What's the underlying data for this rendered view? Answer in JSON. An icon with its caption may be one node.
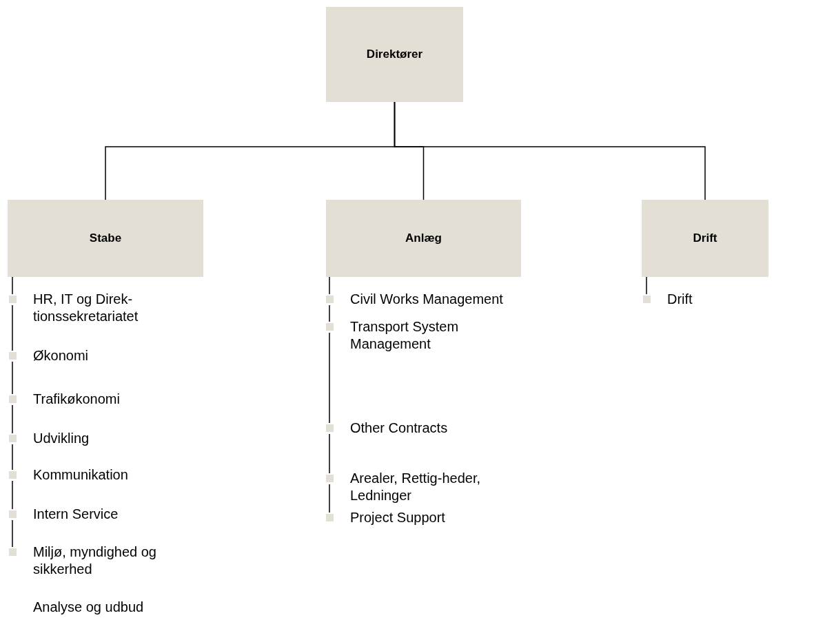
{
  "diagram": {
    "nodes": [
      {
        "text": [
          "Direktører"
        ]
      },
      {
        "text": [
          "Stabe"
        ]
      },
      {
        "text": [
          "Anlæg"
        ]
      },
      {
        "text": [
          "Drift"
        ]
      },
      {
        "text": [
          "HR, IT og Direk-tionssekretariatet"
        ]
      },
      {
        "text": [
          "Økonomi"
        ]
      },
      {
        "text": [
          "Trafikøkonomi"
        ]
      },
      {
        "text": [
          "Udvikling"
        ]
      },
      {
        "text": [
          "Kommunikation"
        ]
      },
      {
        "text": [
          "Intern Service"
        ]
      },
      {
        "text": [
          "Miljø, myndighed og sikkerhed"
        ]
      },
      {
        "text": [
          "Civil Works Management"
        ]
      },
      {
        "text": [
          "Transport System Management"
        ]
      },
      {
        "text": [
          "Other Contracts"
        ]
      },
      {
        "text": [
          "Arealer, Rettig-heder, Ledninger"
        ]
      },
      {
        "text": [
          "Project Support"
        ]
      },
      {
        "text": [
          "Drift"
        ]
      }
    ],
    "edges": [
      {
        "from": 0,
        "to": 1,
        "arrow": "none"
      },
      {
        "from": 0,
        "to": 2,
        "arrow": "none"
      },
      {
        "from": 0,
        "to": 3,
        "arrow": "none"
      },
      {
        "from": 1,
        "to": 4,
        "arrow": "none"
      },
      {
        "from": 4,
        "to": 5,
        "arrow": "none"
      },
      {
        "from": 5,
        "to": 6,
        "arrow": "none"
      },
      {
        "from": 6,
        "to": 7,
        "arrow": "none"
      },
      {
        "from": 7,
        "to": 8,
        "arrow": "none"
      },
      {
        "from": 8,
        "to": 9,
        "arrow": "none"
      },
      {
        "from": 9,
        "to": 10,
        "arrow": "none"
      },
      {
        "from": 2,
        "to": 11,
        "arrow": "none"
      },
      {
        "from": 11,
        "to": 12,
        "arrow": "none"
      },
      {
        "from": 12,
        "to": 13,
        "arrow": "none"
      },
      {
        "from": 13,
        "to": 14,
        "arrow": "none"
      },
      {
        "from": 14,
        "to": 15,
        "arrow": "none"
      },
      {
        "from": 3,
        "to": 16,
        "arrow": "none"
      }
    ],
    "labels": [
      "Analyse og udbud"
    ]
  }
}
